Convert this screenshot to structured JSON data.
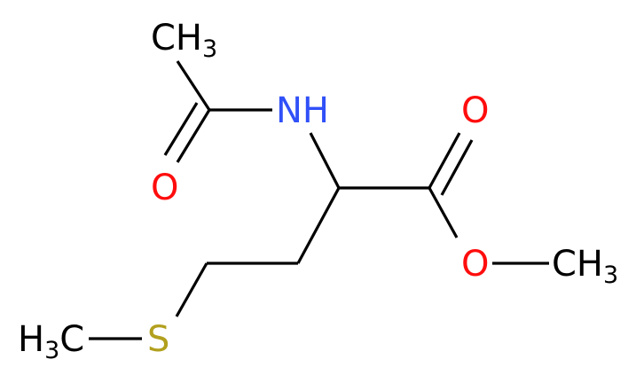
{
  "colors": {
    "carbon": "#000000",
    "nitrogen": "#3050f8",
    "oxygen": "#ff0d0d",
    "sulfur": "#b2a01e",
    "background": "#ffffff"
  },
  "atoms": {
    "acetyl_methyl": {
      "main": "CH",
      "sub": "3"
    },
    "amide_nitrogen": {
      "main": "NH"
    },
    "amide_oxygen": {
      "main": "O"
    },
    "carbonyl_oxygen": {
      "main": "O"
    },
    "ester_oxygen": {
      "main": "O"
    },
    "ester_methyl": {
      "main": "CH",
      "sub": "3"
    },
    "sulfur": {
      "main": "S"
    },
    "thio_methyl": {
      "prefix": "H",
      "sub": "3",
      "main": "C"
    }
  }
}
